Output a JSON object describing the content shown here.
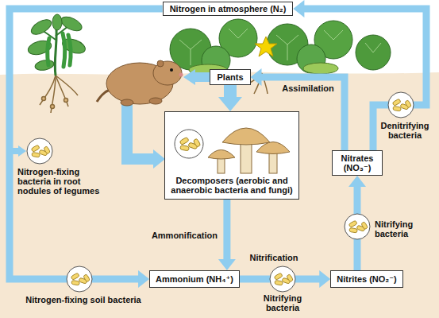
{
  "diagram": {
    "nodes": [
      {
        "text": [
          "Nitrogen in atmosphere (N₂)"
        ]
      },
      {
        "text": [
          "Plants"
        ]
      },
      {
        "text": [
          "Decomposers (aerobic and anaerobic bacteria and fungi)"
        ]
      },
      {
        "text": [
          "Ammonium (NH₄⁺)"
        ]
      },
      {
        "text": [
          "Nitrites (NO₂⁻)"
        ]
      },
      {
        "text": [
          "Nitrates (NO₃⁻)"
        ]
      }
    ],
    "edges": [
      {
        "from": 0,
        "to": 3,
        "arrow": "to"
      },
      {
        "from": 1,
        "to": 2,
        "arrow": "to"
      },
      {
        "from": 2,
        "to": 3,
        "arrow": "to",
        "label": "Ammonification"
      },
      {
        "from": 3,
        "to": 4,
        "arrow": "to",
        "label": "Nitrification"
      },
      {
        "from": 4,
        "to": 5,
        "arrow": "to"
      },
      {
        "from": 5,
        "to": 1,
        "arrow": "to",
        "label": "Assimilation"
      },
      {
        "from": 5,
        "to": 0,
        "arrow": "to"
      }
    ],
    "labels": [
      "Denitrifying bacteria",
      "Nitrogen-fixing bacteria in root nodules of legumes",
      "Nitrifying bacteria",
      "Nitrifying bacteria",
      "Nitrogen-fixing soil bacteria"
    ]
  }
}
